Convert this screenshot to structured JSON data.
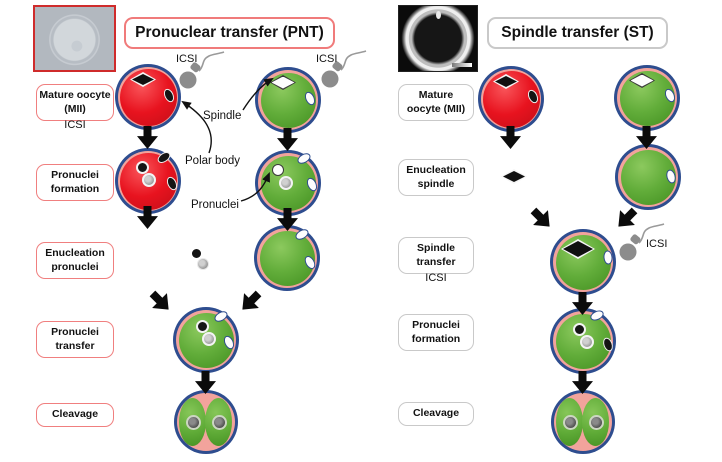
{
  "figure": {
    "type": "scientific-diagram",
    "topic": "Mitochondrial replacement techniques"
  },
  "colors": {
    "red_cell": "#e8131f",
    "green_cell": "#5fab37",
    "membrane_ring": "#2e4d8f",
    "perivitelline_pink": "#f2a39c",
    "pnt_accent": "#f07b7b",
    "st_accent": "#c9c9c9",
    "sperm_gray": "#8c8c8c",
    "arrow_black": "#0b0b0b"
  },
  "pnt": {
    "title": "Pronuclear transfer (PNT)",
    "steps": {
      "mature": "Mature oocyte (MII)",
      "mature_sub": "ICSI",
      "formation": "Pronuclei formation",
      "enucleation": "Enucleation pronuclei",
      "transfer": "Pronuclei transfer",
      "cleavage": "Cleavage"
    },
    "icsi_sperm_red": "ICSI",
    "icsi_sperm_green": "ICSI",
    "annotations": {
      "spindle": "Spindle",
      "polar_body": "Polar body",
      "pronuclei": "Pronuclei"
    }
  },
  "st": {
    "title": "Spindle transfer (ST)",
    "steps": {
      "mature": "Mature oocyte (MII)",
      "enucleation": "Enucleation spindle",
      "transfer": "Spindle transfer",
      "transfer_sub": "ICSI",
      "formation": "Pronuclei formation",
      "cleavage": "Cleavage"
    },
    "icsi_sperm": "ICSI"
  }
}
